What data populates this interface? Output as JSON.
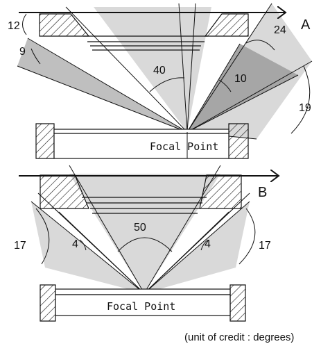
{
  "panels": {
    "a": {
      "letter": "A",
      "focal_label": "Focal Point",
      "angles": [
        "12",
        "9",
        "40",
        "10",
        "24",
        "19"
      ]
    },
    "b": {
      "letter": "B",
      "focal_label": "Focal Point",
      "angles": [
        "50",
        "17",
        "4",
        "4",
        "17"
      ]
    }
  },
  "footnote": "(unit of credit : degrees)",
  "colors": {
    "cone_light": "#d9d9d9",
    "cone_dark": "#a6a6a6",
    "cone_mid": "#bfbfbf",
    "line": "#111111",
    "background": "#ffffff"
  }
}
